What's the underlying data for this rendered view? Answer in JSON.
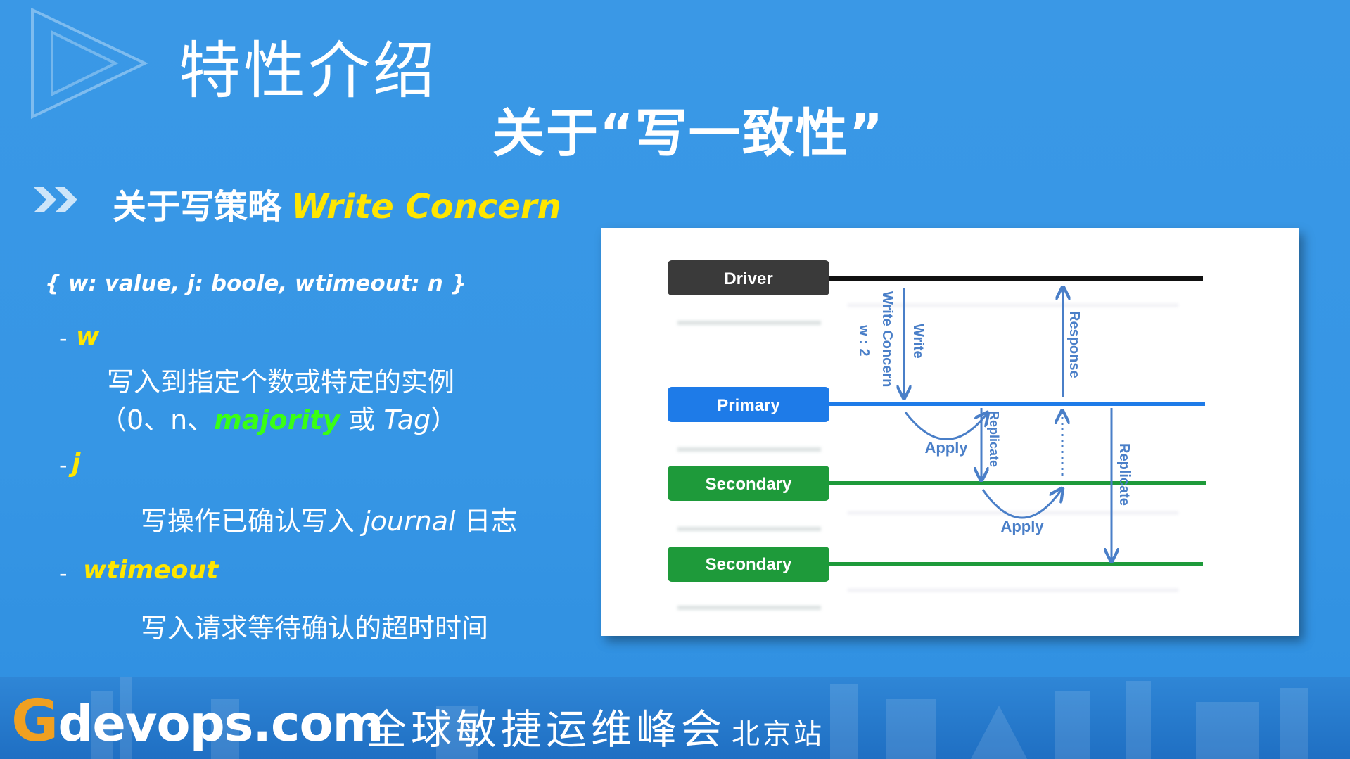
{
  "slide": {
    "title": "特性介绍",
    "subtitle": "关于“写一致性”"
  },
  "section": {
    "heading_cn": "关于写策略",
    "heading_en": "Write Concern",
    "signature": "{ w: value, j:  boole, wtimeout: n }"
  },
  "options": [
    {
      "dash": "-",
      "name": "w",
      "desc_line1": "写入到指定个数或特定的实例",
      "desc_line2_prefix": "（0、n、",
      "desc_line2_green": "majority",
      "desc_line2_mid": " 或 ",
      "desc_line2_italic": "Tag",
      "desc_line2_suffix": "）"
    },
    {
      "dash": "-",
      "name": "j",
      "desc_prefix": "写操作已确认写入 ",
      "desc_italic": "journal",
      "desc_suffix": " 日志"
    },
    {
      "dash": "-",
      "name": "wtimeout",
      "desc": "写入请求等待确认的超时时间"
    }
  ],
  "diagram": {
    "nodes": {
      "driver": "Driver",
      "primary": "Primary",
      "secondary1": "Secondary",
      "secondary2": "Secondary"
    },
    "labels": {
      "write_concern": "Write Concern",
      "w2": "w : 2",
      "write": "Write",
      "response": "Response",
      "replicate1": "Replicate",
      "replicate2": "Replicate",
      "apply1": "Apply",
      "apply2": "Apply"
    },
    "colors": {
      "driver": "#3a3a3a",
      "primary": "#1e7be8",
      "secondary": "#1e9a3a",
      "arrow": "#4a7fc8"
    }
  },
  "footer": {
    "brand_g": "G",
    "brand_rest": "devops.com",
    "conference": "全球敏捷运维峰会",
    "city": "北京站"
  },
  "colors": {
    "background": "#3696e5",
    "accent_yellow": "#ffe600",
    "accent_green": "#39ff14",
    "footer": "#1f6fc3"
  }
}
